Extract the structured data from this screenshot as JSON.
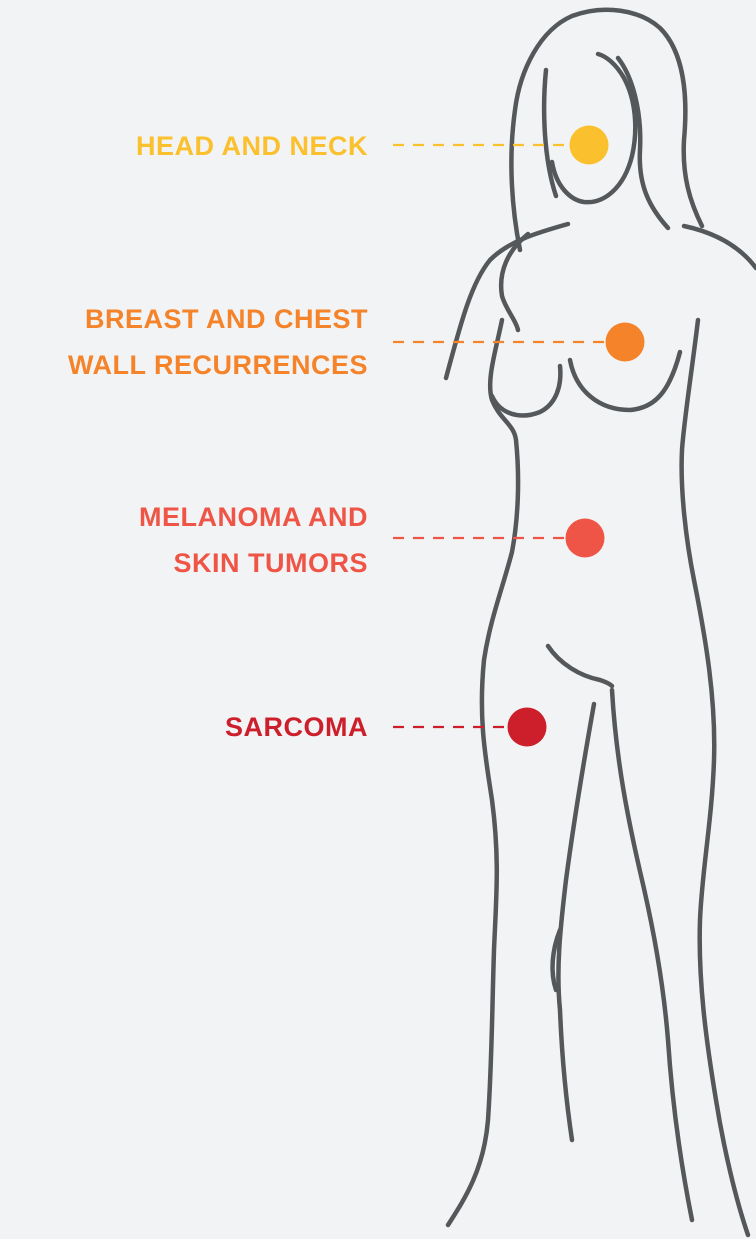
{
  "colors": {
    "background": "#f2f3f4",
    "outline": "#55585b",
    "head_and_neck": "#fbc02d",
    "breast_and_chest": "#f5832a",
    "melanoma": "#ef5547",
    "sarcoma": "#cc1f2b"
  },
  "figure": {
    "icon": "female-body-outline"
  },
  "regions": {
    "head_and_neck": {
      "line1": "HEAD AND NECK",
      "icon": "head-marker-dot"
    },
    "breast_and_chest": {
      "line1": "BREAST AND CHEST",
      "line2": "WALL RECURRENCES",
      "icon": "breast-marker-dot"
    },
    "melanoma": {
      "line1": "MELANOMA AND",
      "line2": "SKIN TUMORS",
      "icon": "torso-marker-dot"
    },
    "sarcoma": {
      "line1": "SARCOMA",
      "icon": "thigh-marker-dot"
    }
  }
}
